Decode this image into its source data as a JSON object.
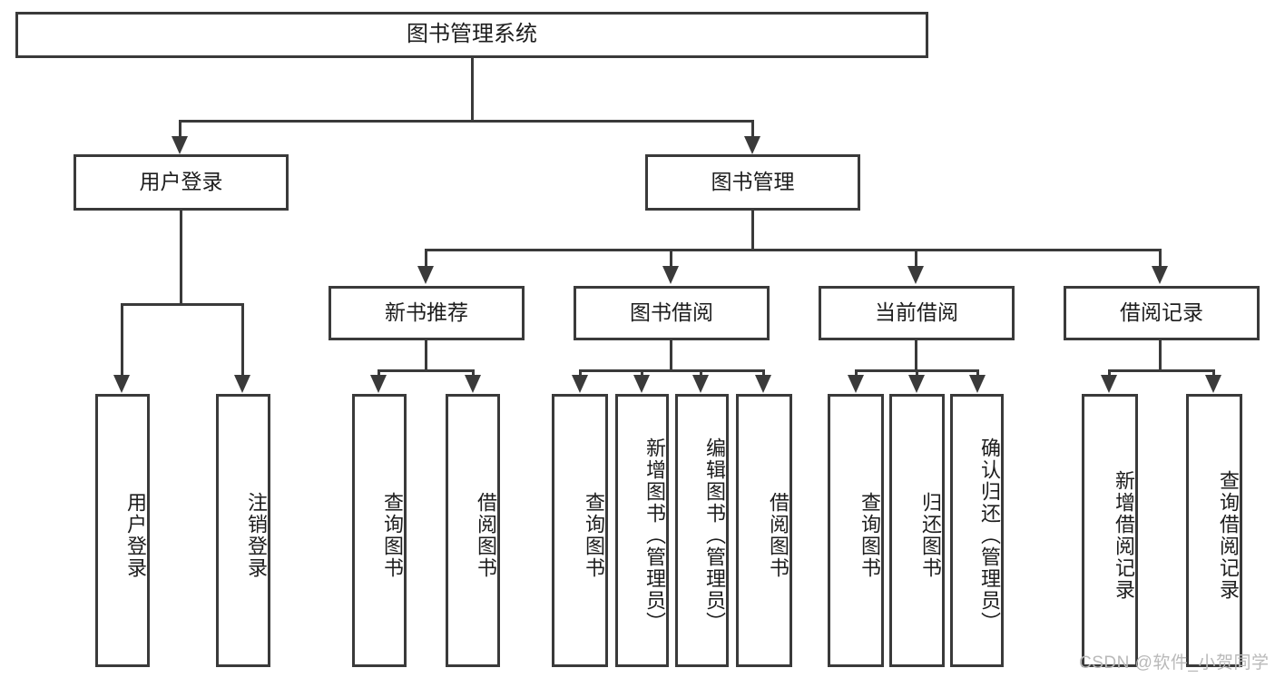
{
  "diagram": {
    "title": "图书管理系统",
    "type": "hierarchy-tree",
    "levels": 4,
    "root": {
      "label": "图书管理系统"
    },
    "level2": [
      {
        "label": "用户登录"
      },
      {
        "label": "图书管理"
      }
    ],
    "level3": [
      {
        "label": "新书推荐"
      },
      {
        "label": "图书借阅"
      },
      {
        "label": "当前借阅"
      },
      {
        "label": "借阅记录"
      }
    ],
    "leaves": {
      "user_login": [
        {
          "label": "用户登录"
        },
        {
          "label": "注销登录"
        }
      ],
      "new_book_recommend": [
        {
          "label": "查询图书"
        },
        {
          "label": "借阅图书"
        }
      ],
      "book_borrow": [
        {
          "label": "查询图书"
        },
        {
          "label": "新增图书（管理员）"
        },
        {
          "label": "编辑图书（管理员）"
        },
        {
          "label": "借阅图书"
        }
      ],
      "current_borrow": [
        {
          "label": "查询图书"
        },
        {
          "label": "归还图书"
        },
        {
          "label": "确认归还（管理员）"
        }
      ],
      "borrow_record": [
        {
          "label": "新增借阅记录"
        },
        {
          "label": "查询借阅记录"
        }
      ]
    }
  },
  "watermark": {
    "text": "CSDN @软件_小贺同学"
  },
  "colors": {
    "stroke": "#3a3a3a",
    "background": "#ffffff",
    "text": "#1d1d1d",
    "watermark": "#b9b9b9"
  }
}
